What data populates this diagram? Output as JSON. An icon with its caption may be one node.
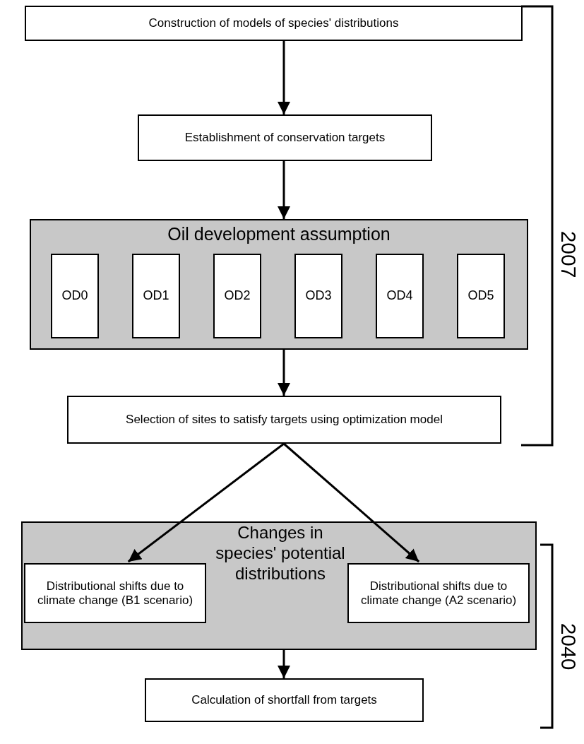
{
  "diagram": {
    "nodes": [
      {
        "text": [
          "Construction of models of species' distributions"
        ]
      },
      {
        "text": [
          "Establishment of conservation targets"
        ]
      },
      {
        "text": [
          "Oil development assumption"
        ]
      },
      {
        "text": [
          "OD0"
        ],
        "in": 2
      },
      {
        "text": [
          "OD1"
        ],
        "in": 2
      },
      {
        "text": [
          "OD2"
        ],
        "in": 2
      },
      {
        "text": [
          "OD3"
        ],
        "in": 2
      },
      {
        "text": [
          "OD4"
        ],
        "in": 2
      },
      {
        "text": [
          "OD5"
        ],
        "in": 2
      },
      {
        "text": [
          "Selection of sites to satisfy targets using optimization model"
        ]
      },
      {
        "text": [
          "Changes in species' potential distributions"
        ]
      },
      {
        "text": [
          "Distributional shifts due to climate change (B1 scenario)"
        ],
        "in": 10
      },
      {
        "text": [
          "Distributional shifts due to climate change (A2 scenario)"
        ],
        "in": 10
      },
      {
        "text": [
          "Calculation of shortfall from targets"
        ]
      }
    ],
    "edges": [
      {
        "from": 0,
        "to": 1,
        "arrow": "to"
      },
      {
        "from": 1,
        "to": 2,
        "arrow": "to"
      },
      {
        "from": 2,
        "to": 9,
        "arrow": "to"
      },
      {
        "from": 9,
        "to": 11,
        "arrow": "to"
      },
      {
        "from": 9,
        "to": 12,
        "arrow": "to"
      },
      {
        "from": 10,
        "to": 13,
        "arrow": "to"
      }
    ],
    "labels": [
      "2007",
      "2040"
    ]
  }
}
